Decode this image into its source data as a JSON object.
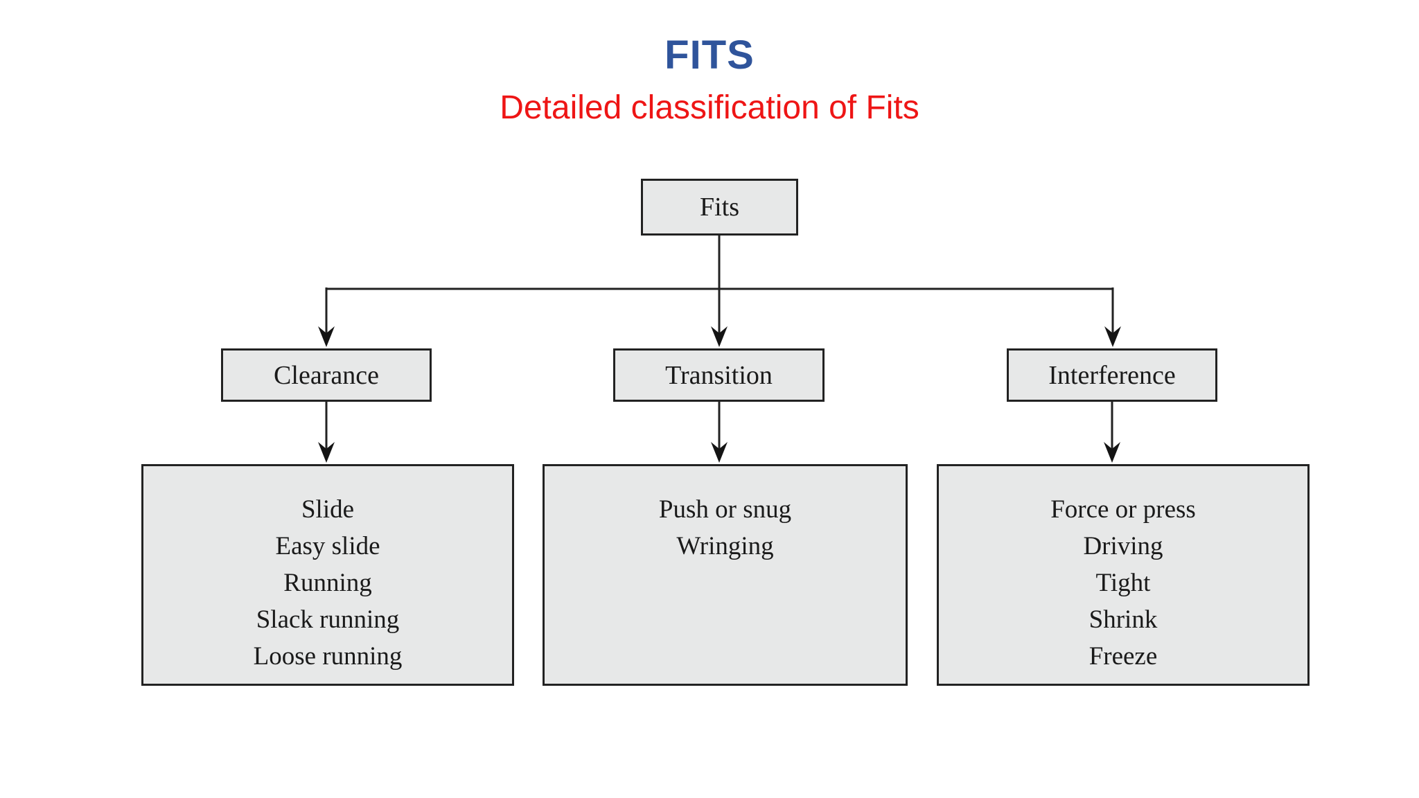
{
  "header": {
    "title": "FITS",
    "subtitle": "Detailed classification of Fits"
  },
  "diagram": {
    "root": {
      "label": "Fits"
    },
    "categories": [
      {
        "label": "Clearance",
        "items": [
          "Slide",
          "Easy slide",
          "Running",
          "Slack running",
          "Loose running"
        ]
      },
      {
        "label": "Transition",
        "items": [
          "Push or snug",
          "Wringing"
        ]
      },
      {
        "label": "Interference",
        "items": [
          "Force or press",
          "Driving",
          "Tight",
          "Shrink",
          "Freeze"
        ]
      }
    ]
  },
  "colors": {
    "title_blue": "#2F549B",
    "subtitle_red": "#EE1515",
    "box_fill": "#E7E8E8",
    "box_border": "#222222",
    "box_text": "#1A1A1A",
    "line": "#222222"
  }
}
